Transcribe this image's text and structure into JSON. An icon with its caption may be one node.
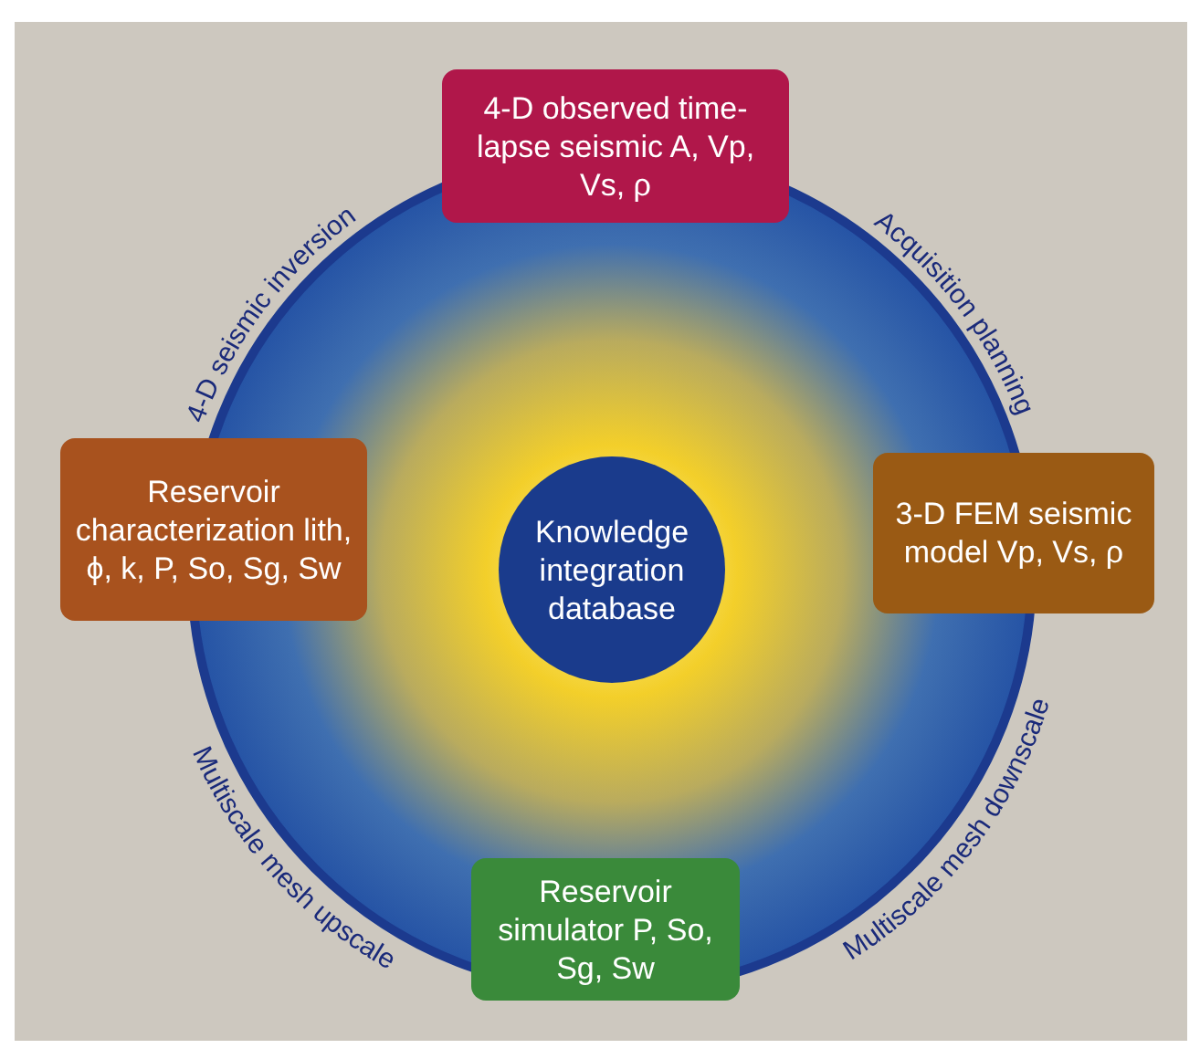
{
  "diagram": {
    "nodes": [
      {
        "text": [
          "4-D observed time-lapse seismic A, Vp, Vs, ρ"
        ]
      },
      {
        "text": [
          "Reservoir characterization lith, ϕ, k, P, So, Sg, Sw"
        ]
      },
      {
        "text": [
          "Knowledge integration database"
        ]
      },
      {
        "text": [
          "3-D FEM seismic model Vp, Vs, ρ"
        ]
      },
      {
        "text": [
          "Reservoir simulator P, So, Sg, Sw"
        ]
      }
    ],
    "labels": [
      "4-D seismic inversion",
      "Acquisition planning",
      "Multiscale mesh upscale",
      "Multiscale mesh downscale"
    ]
  }
}
